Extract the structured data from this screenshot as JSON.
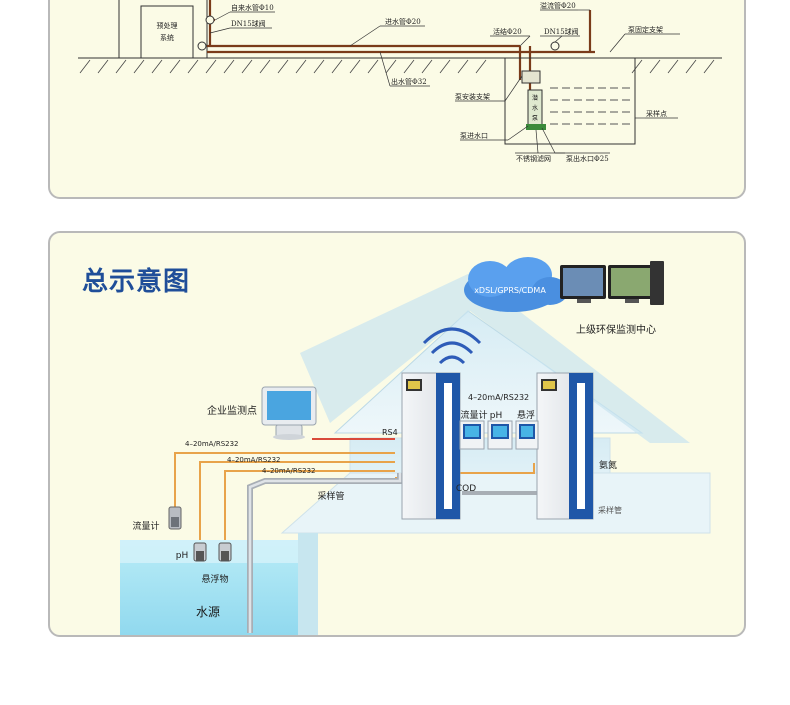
{
  "top_diagram": {
    "labels": {
      "pretreat": "预处理\n系统",
      "tap_water": "自来水管Φ10",
      "dn15_a": "DN15球阀",
      "inlet_pipe": "进水管Φ20",
      "check_valve": "活结Φ20",
      "overflow": "溢流管Φ20",
      "dn15_b": "DN15球阀",
      "pump_bracket": "泵固定支架",
      "outlet_pipe": "出水管Φ32",
      "pump_mount": "泵安装支架",
      "pump": "潜水泵",
      "sampling_point": "采样点",
      "pump_inlet": "泵进水口",
      "steel_mesh": "不锈钢滤网",
      "pump_outlet": "泵出水口Φ25"
    }
  },
  "overview": {
    "title": "总示意图",
    "cloud_label": "xDSL/GPRS/CDMA",
    "center_label": "上级环保监测中心",
    "enterprise_label": "企业监测点",
    "signals": [
      "4–20mA/RS232",
      "4–20mA/RS232",
      "4–20mA/RS232",
      "4–20mA/RS232"
    ],
    "rs_partial": "RS4",
    "sensors": {
      "flow": "流量计",
      "ph": "pH",
      "ss": "悬浮物",
      "flow_inner": "流量计",
      "ph_inner": "pH",
      "ss_inner": "悬浮",
      "cod": "COD",
      "ammonia": "氨氮"
    },
    "sample_pipe": "采样管",
    "sample_pipe_right": "采样管",
    "water_source": "水源"
  }
}
